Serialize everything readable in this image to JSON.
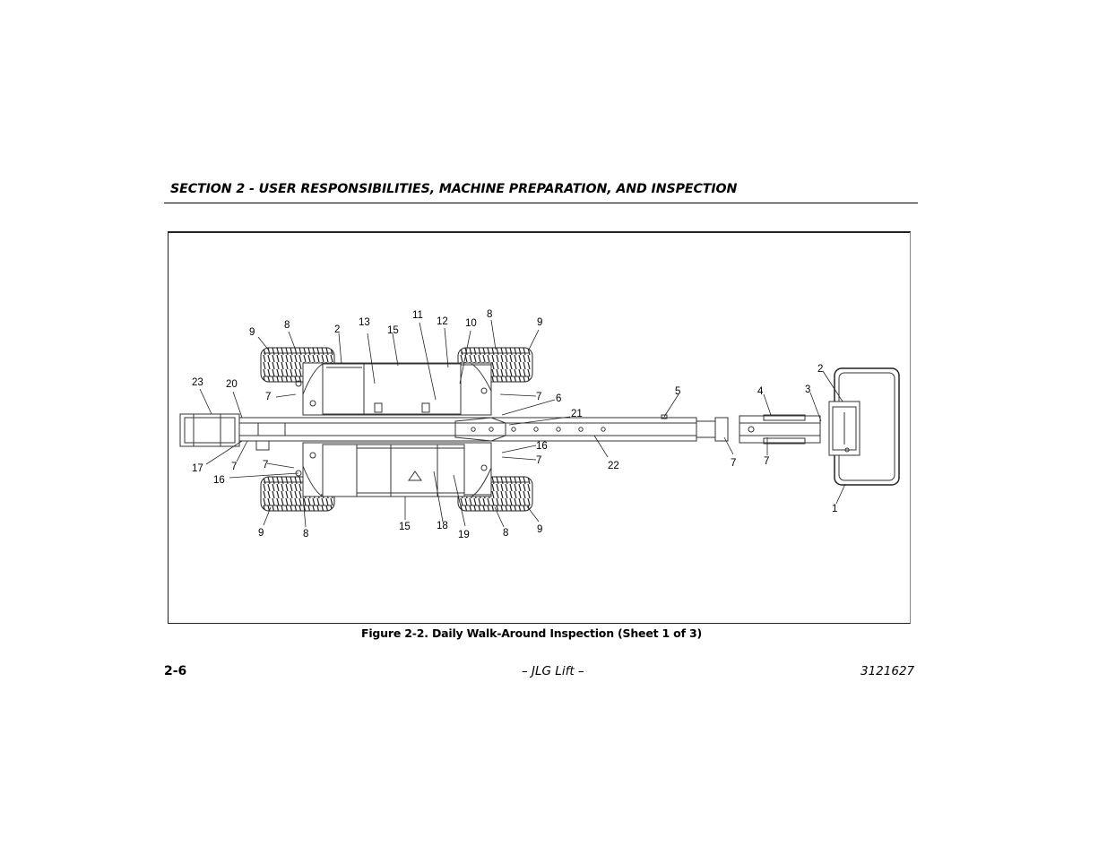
{
  "page": {
    "section_header": "SECTION 2 - USER RESPONSIBILITIES, MACHINE PREPARATION, AND INSPECTION",
    "figure_caption": "Figure 2-2. Daily Walk-Around Inspection (Sheet 1 of 3)",
    "page_number": "2-6",
    "footer_center": "– JLG Lift –",
    "document_number": "3121627"
  },
  "figure": {
    "callouts": [
      "9",
      "8",
      "2",
      "13",
      "15",
      "11",
      "12",
      "10",
      "8",
      "9",
      "23",
      "20",
      "7",
      "7",
      "6",
      "5",
      "4",
      "3",
      "2",
      "21",
      "16",
      "7",
      "22",
      "17",
      "7",
      "7",
      "16",
      "7",
      "7",
      "9",
      "8",
      "15",
      "18",
      "19",
      "8",
      "9",
      "1"
    ]
  }
}
